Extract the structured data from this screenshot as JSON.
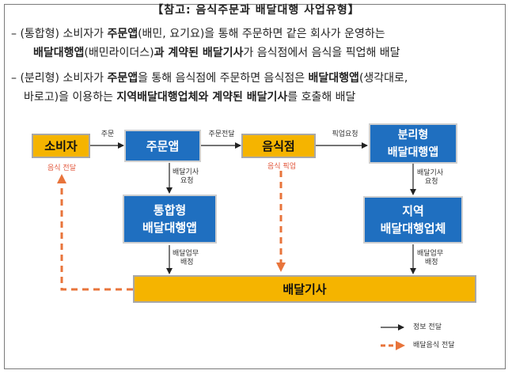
{
  "header": {
    "title": "【참고: 음식주문과 배달대행 사업유형】"
  },
  "paragraphs": {
    "p1": {
      "l1a": "– (통합형) 소비자가 ",
      "l1b": "주문앱",
      "l1c": "(배민, 요기요)을 통해 주문하면 같은 회사가 운영하는",
      "l2a": "배달대행앱",
      "l2b": "(배민라이더스)",
      "l2c": "과 계약된 배달기사",
      "l2d": "가 음식점에서 음식을 픽업해 배달"
    },
    "p2": {
      "l1a": "– (분리형) 소비자가 ",
      "l1b": "주문앱",
      "l1c": "을 통해 음식점에 주문하면 음식점은 ",
      "l1d": "배달대행앱",
      "l1e": "(생각대로,",
      "l2a": "바로고)을 이용하는 ",
      "l2b": "지역배달대행업체와 계약된 배달기사",
      "l2c": "를 호출해 배달"
    }
  },
  "diagram": {
    "nodes": {
      "consumer": "소비자",
      "order_app": "주문앱",
      "restaurant": "음식점",
      "separate_app": [
        "분리형",
        "배달대행앱"
      ],
      "integrated_app": [
        "통합형",
        "배달대행앱"
      ],
      "local_agency": [
        "지역",
        "배달대행업체"
      ],
      "rider": "배달기사"
    },
    "edge_labels": {
      "order": "주문",
      "order_relay": "주문전달",
      "pickup_request": "픽업요청",
      "rider_request_1": [
        "배달기사",
        "요청"
      ],
      "rider_request_2": [
        "배달기사",
        "요청"
      ],
      "assign_1": [
        "배달업무",
        "배정"
      ],
      "assign_2": [
        "배달업무",
        "배정"
      ],
      "food_delivery": "음식 전달",
      "food_pickup": "음식 픽업"
    },
    "legend": {
      "info": "정보 전달",
      "delivery": "배달음식 전달"
    },
    "colors": {
      "orange": "#f5b400",
      "blue": "#1f6fc0",
      "dashed": "#e8743b"
    }
  }
}
